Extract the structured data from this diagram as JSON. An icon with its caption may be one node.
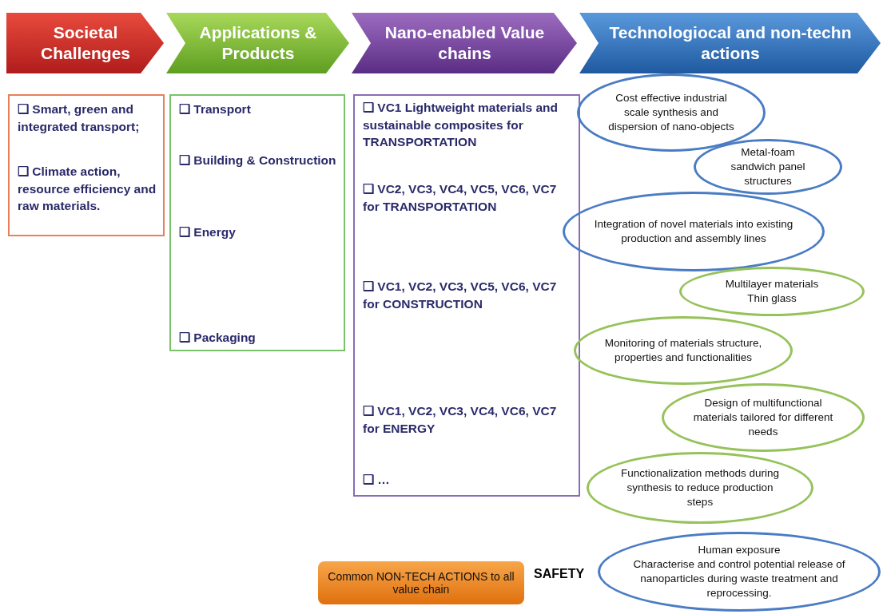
{
  "diagram": {
    "nodes": [
      {
        "text": [
          "Societal Challenges"
        ]
      },
      {
        "text": [
          "Applications & Products"
        ]
      },
      {
        "text": [
          "Nano-enabled Value chains"
        ]
      },
      {
        "text": [
          "Technologiocal and non-techn actions"
        ]
      },
      {
        "text": [
          "❑ Smart, green and integrated transport;",
          "❑ Climate action, resource efficiency and raw materials."
        ]
      },
      {
        "text": [
          "❑ Transport",
          "❑ Building & Construction",
          "❑ Energy",
          "❑ Packaging"
        ]
      },
      {
        "text": [
          "❑ VC1 Lightweight materials and sustainable composites for TRANSPORTATION",
          "❑ VC2, VC3, VC4, VC5, VC6, VC7 for TRANSPORTATION",
          "❑ VC1, VC2, VC3, VC5, VC6, VC7 for CONSTRUCTION",
          "❑ VC1, VC2, VC3, VC4, VC6, VC7 for ENERGY",
          "❑ …"
        ]
      },
      {
        "text": [
          "Cost effective industrial scale synthesis and dispersion of nano-objects"
        ]
      },
      {
        "text": [
          "Metal-foam sandwich panel structures"
        ]
      },
      {
        "text": [
          "Integration of novel materials into existing production and assembly lines"
        ]
      },
      {
        "text": [
          "Multilayer materials",
          "Thin glass"
        ]
      },
      {
        "text": [
          "Monitoring of materials structure, properties and functionalities"
        ]
      },
      {
        "text": [
          "Design of multifunctional materials tailored for different needs"
        ]
      },
      {
        "text": [
          "Functionalization methods during synthesis to reduce production steps"
        ]
      },
      {
        "text": [
          "Common NON-TECH ACTIONS to all value chain"
        ]
      },
      {
        "text": [
          "Human exposure",
          "Characterise and control potential release of nanoparticles during waste treatment and reprocessing."
        ]
      }
    ],
    "labels": [
      "SAFETY"
    ]
  }
}
